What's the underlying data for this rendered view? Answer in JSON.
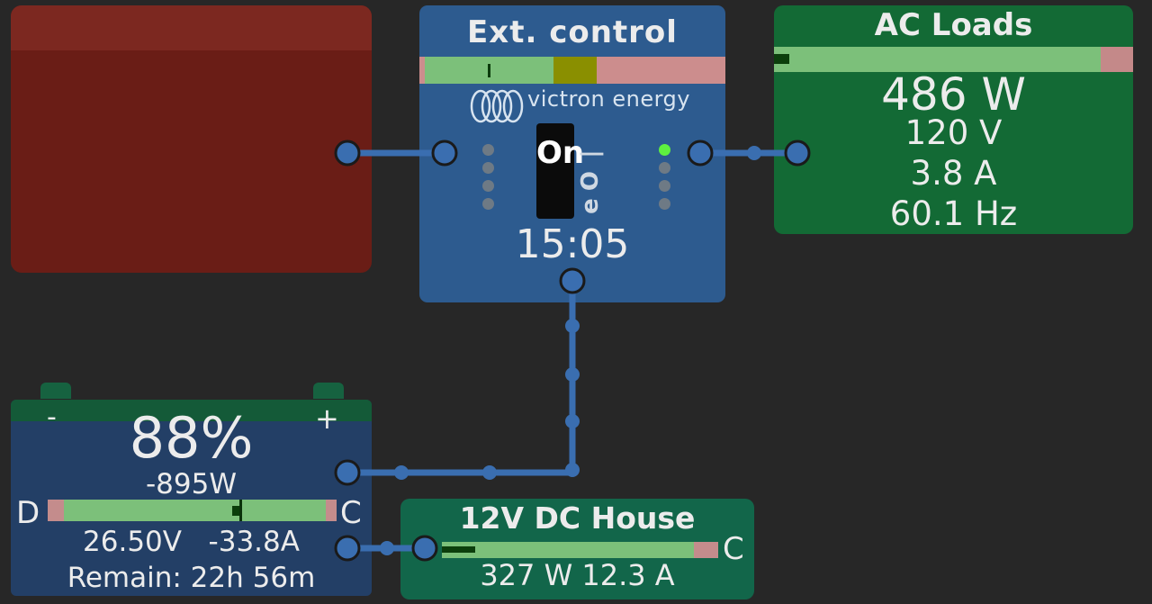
{
  "inverter": {
    "title": "Ext. control",
    "brand": "victron energy",
    "switch_label": "On",
    "mode_icons": [
      "off-symbol",
      "eco-symbol",
      "on-symbol"
    ],
    "clock": "15:05",
    "led_on_color": "#5ef040"
  },
  "ac_loads": {
    "title": "AC Loads",
    "power": "486 W",
    "voltage": "120 V",
    "current": "3.8 A",
    "frequency": "60.1 Hz"
  },
  "battery": {
    "minus_label": "-",
    "plus_label": "+",
    "soc": "88%",
    "power": "-895W",
    "discharge_label": "D",
    "charge_label": "C",
    "voltage": "26.50V",
    "current": "-33.8A",
    "remaining": "Remain: 22h 56m"
  },
  "dc_house": {
    "title": "12V DC House",
    "charge_label": "C",
    "power": "327 W",
    "current": "12.3 A"
  },
  "colors": {
    "background": "#272727",
    "wire": "#3a6eb0",
    "ac_input": "#6a1d16",
    "inverter": "#2d5b8f",
    "ac_loads": "#136a35",
    "battery": "#233f66",
    "dc_house": "#12664a",
    "bar_green": "#7cc07a",
    "bar_red": "#c48c8c"
  }
}
